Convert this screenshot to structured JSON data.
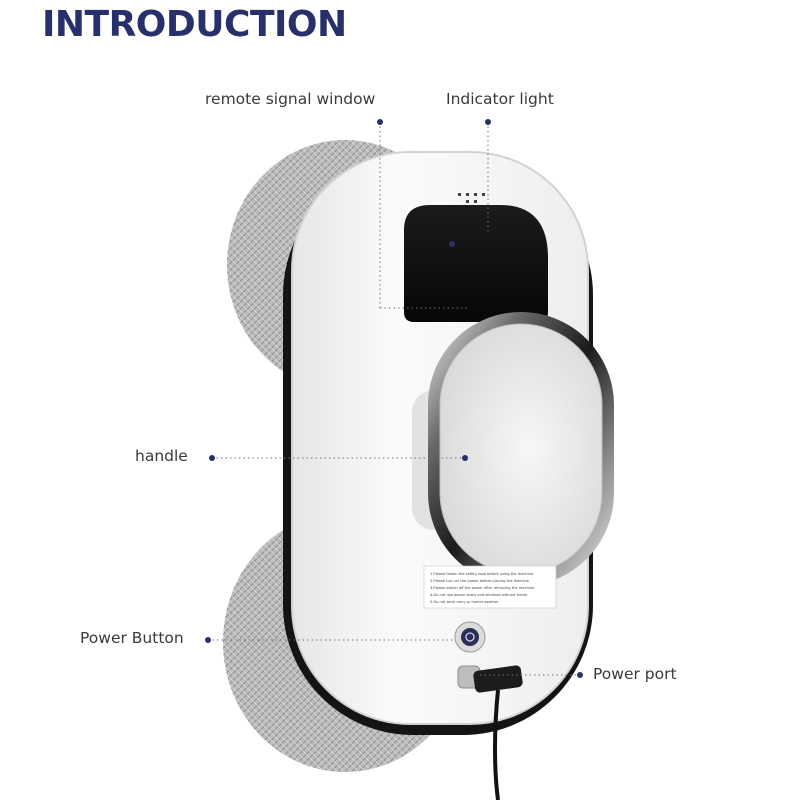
{
  "title": "INTRODUCTION",
  "callouts": {
    "remote_signal_window": "remote signal window",
    "indicator_light": "Indicator light",
    "handle": "handle",
    "power_button": "Power Button",
    "power_port": "Power port"
  },
  "sticker": {
    "lines": [
      "1.Please fasten the safety rope before using the machine",
      "2.Please turn on the power before placing the machine",
      "3.Please switch off the power after removing the machine",
      "4.Do not use above doors and windows without frame",
      "5.Do not work rainy or humid weather"
    ]
  },
  "colors": {
    "title": "#27306b",
    "callout_dot": "#27306b",
    "body": "#f6f6f6",
    "pad": "#b9b9b9"
  }
}
